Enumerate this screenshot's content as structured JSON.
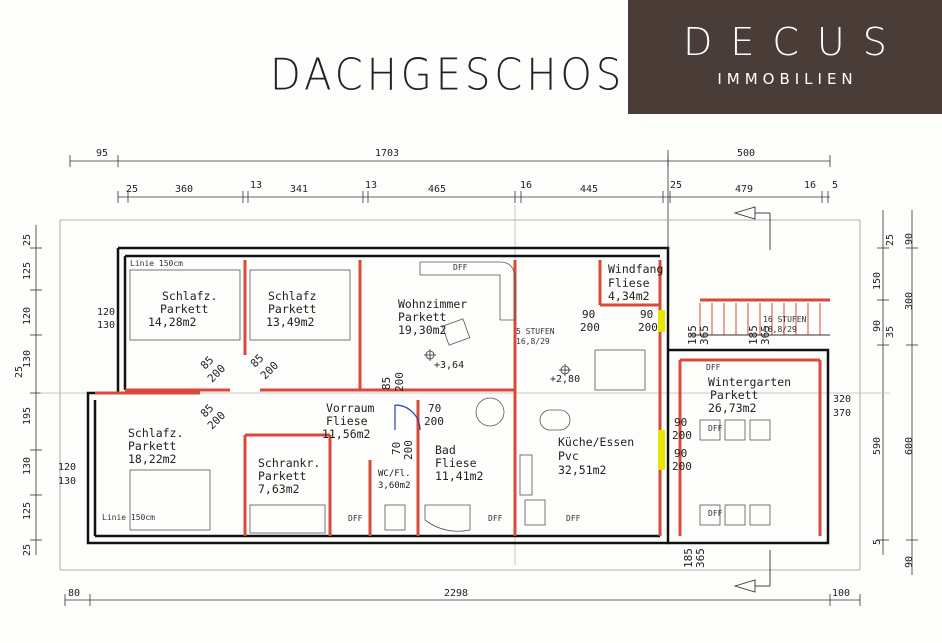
{
  "title": "DACHGESCHOS",
  "brand": {
    "name": "DECUS",
    "tagline": "IMMOBILIEN"
  },
  "rooms": [
    {
      "id": "schlafz1",
      "name": "Schlafz.",
      "floor": "Parkett",
      "area": "14,28m2"
    },
    {
      "id": "schlafz2",
      "name": "Schlafz",
      "floor": "Parkett",
      "area": "13,49m2"
    },
    {
      "id": "wohnzimmer",
      "name": "Wohnzimmer",
      "floor": "Parkett",
      "area": "19,30m2"
    },
    {
      "id": "windfang",
      "name": "Windfang",
      "floor": "Fliese",
      "area": "4,34m2"
    },
    {
      "id": "wintergarten",
      "name": "Wintergarten",
      "floor": "Parkett",
      "area": "26,73m2"
    },
    {
      "id": "schlafz3",
      "name": "Schlafz.",
      "floor": "Parkett",
      "area": "18,22m2"
    },
    {
      "id": "vorraum",
      "name": "Vorraum",
      "floor": "Fliese",
      "area": "11,56m2"
    },
    {
      "id": "schrankr",
      "name": "Schrankr.",
      "floor": "Parkett",
      "area": "7,63m2"
    },
    {
      "id": "wc",
      "name": "WC/Fl.",
      "floor": "",
      "area": "3,60m2"
    },
    {
      "id": "bad",
      "name": "Bad",
      "floor": "Fliese",
      "area": "11,41m2"
    },
    {
      "id": "kueche",
      "name": "Küche/Essen",
      "floor": "Pvc",
      "area": "32,51m2"
    }
  ],
  "dims_top1": [
    "95",
    "1703",
    "500"
  ],
  "dims_top2": [
    "25",
    "360",
    "13",
    "341",
    "13",
    "465",
    "16",
    "445",
    "25",
    "479",
    "16",
    "5"
  ],
  "dims_left": [
    "25",
    "125",
    "120",
    "130",
    "25",
    "195",
    "130",
    "125",
    "25"
  ],
  "dims_right_outer": [
    "90",
    "300",
    "600",
    "90"
  ],
  "dims_right_inner": [
    "25",
    "150",
    "90",
    "35",
    "590",
    "5"
  ],
  "dims_bottom": [
    "80",
    "2298",
    "100"
  ],
  "side_pairs": {
    "left_top_a": "120",
    "left_top_b": "130",
    "left_bot_a": "120",
    "left_bot_b": "130",
    "right_a": "320",
    "right_b": "370"
  },
  "doors": {
    "d1a": "85",
    "d1b": "200",
    "d2a": "85",
    "d2b": "200",
    "d3a": "85",
    "d3b": "200",
    "d4a": "85",
    "d4b": "200",
    "d5a": "70",
    "d5b": "200",
    "d6a": "70",
    "d6b": "200",
    "d7a": "90",
    "d7b": "200",
    "d8a": "90",
    "d8b": "200",
    "d9a": "90",
    "d9b": "200",
    "d10a": "90",
    "d10b": "200",
    "s1a": "185",
    "s1b": "365",
    "s2a": "185",
    "s2b": "365",
    "s3a": "185",
    "s3b": "365"
  },
  "levels": {
    "wohn": "+3,64",
    "kueche": "+2,80"
  },
  "notes": {
    "linie_top": "Linie 150cm",
    "linie_bottom": "Linie 150cm",
    "stufen1": "5 STUFEN",
    "stufen1b": "16,8/29",
    "stufen2": "16 STUFEN",
    "stufen2b": "18,8/29"
  },
  "fixtures": {
    "dff": "DFF"
  }
}
